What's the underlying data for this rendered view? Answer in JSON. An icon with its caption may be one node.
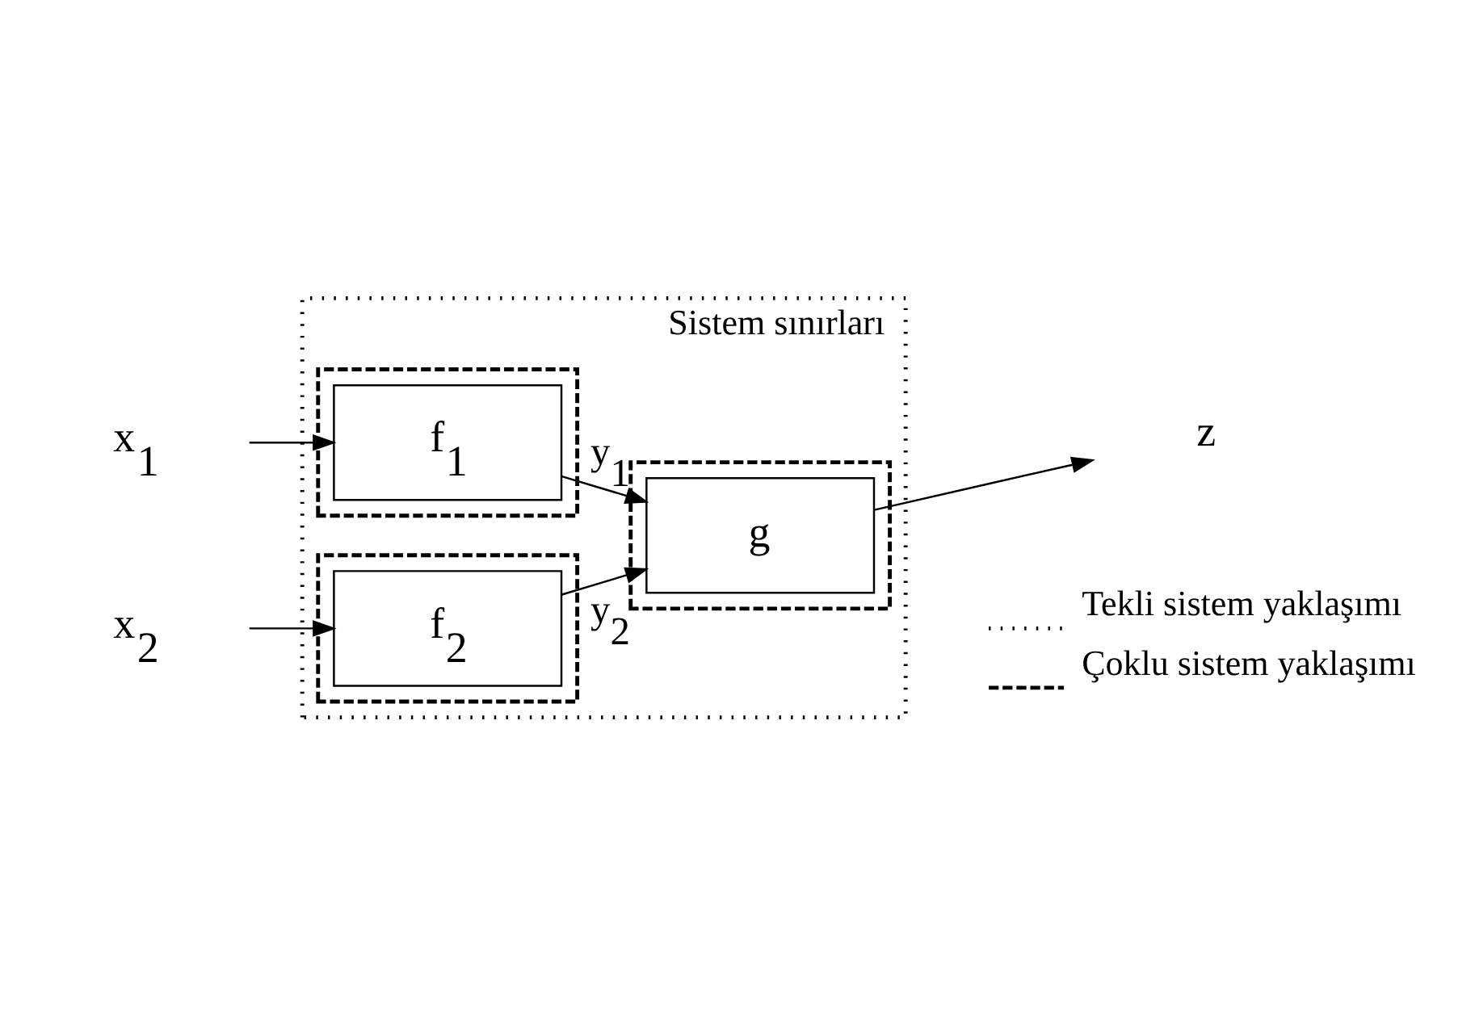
{
  "diagram": {
    "nodes": [
      {
        "text": [
          "Sistem sınırları"
        ]
      },
      {
        "text": [],
        "shape": "box",
        "in": 0
      },
      {
        "text": [
          "f$_{1}$"
        ],
        "in": 1
      },
      {
        "text": [],
        "shape": "box",
        "in": 0
      },
      {
        "text": [
          "f$_{2}$"
        ],
        "in": 3
      },
      {
        "text": [],
        "shape": "box",
        "in": 0
      },
      {
        "text": [
          "g"
        ],
        "in": 5
      },
      {
        "text": [
          "x$_{1}$"
        ]
      },
      {
        "text": [
          "x$_{2}$"
        ]
      },
      {
        "text": [
          "z"
        ]
      }
    ],
    "edges": [
      {
        "from": 7,
        "to": 2,
        "arrow": "to"
      },
      {
        "from": 8,
        "to": 4,
        "arrow": "to"
      },
      {
        "from": 2,
        "to": 6,
        "arrow": "to",
        "label": "y$_{1}$"
      },
      {
        "from": 4,
        "to": 6,
        "arrow": "to",
        "label": "y$_{2}$"
      },
      {
        "from": 6,
        "to": 9,
        "arrow": "to"
      }
    ],
    "legend": [
      {
        "text": "Tekli sistem yaklaşımı"
      },
      {
        "text": "Çoklu sistem yaklaşımı"
      }
    ]
  }
}
